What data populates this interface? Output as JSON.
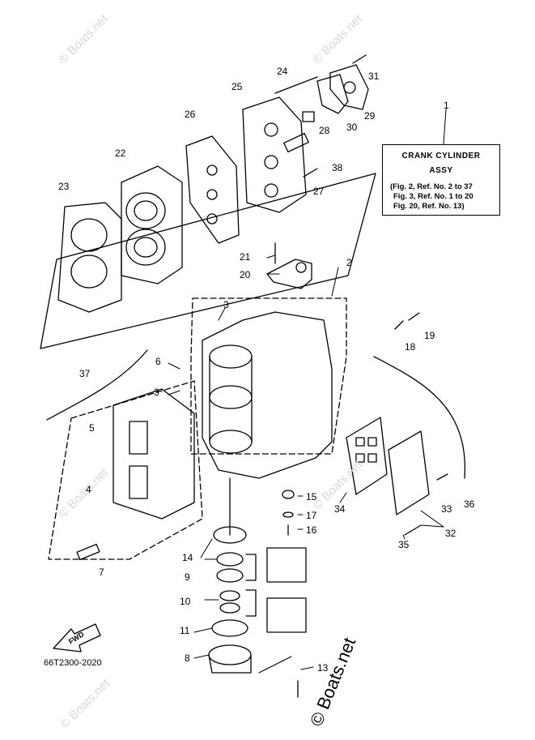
{
  "title_box": {
    "line1": "CRANK CYLINDER",
    "line2": "ASSY",
    "refs": [
      "(Fig. 2, Ref. No. 2 to 37",
      "Fig. 3, Ref. No. 1 to 20",
      "Fig. 20, Ref. No. 13)"
    ]
  },
  "diagram_code": "66T2300-2020",
  "fwd_label": "FWD",
  "watermark": "© Boats.net",
  "watermark_main": "© Boats.net",
  "callouts": [
    "1",
    "2",
    "3",
    "3",
    "4",
    "5",
    "6",
    "7",
    "8",
    "9",
    "10",
    "11",
    "13",
    "14",
    "15",
    "16",
    "17",
    "18",
    "19",
    "20",
    "21",
    "22",
    "23",
    "24",
    "25",
    "26",
    "27",
    "28",
    "29",
    "30",
    "31",
    "32",
    "33",
    "34",
    "35",
    "36",
    "37",
    "38"
  ]
}
